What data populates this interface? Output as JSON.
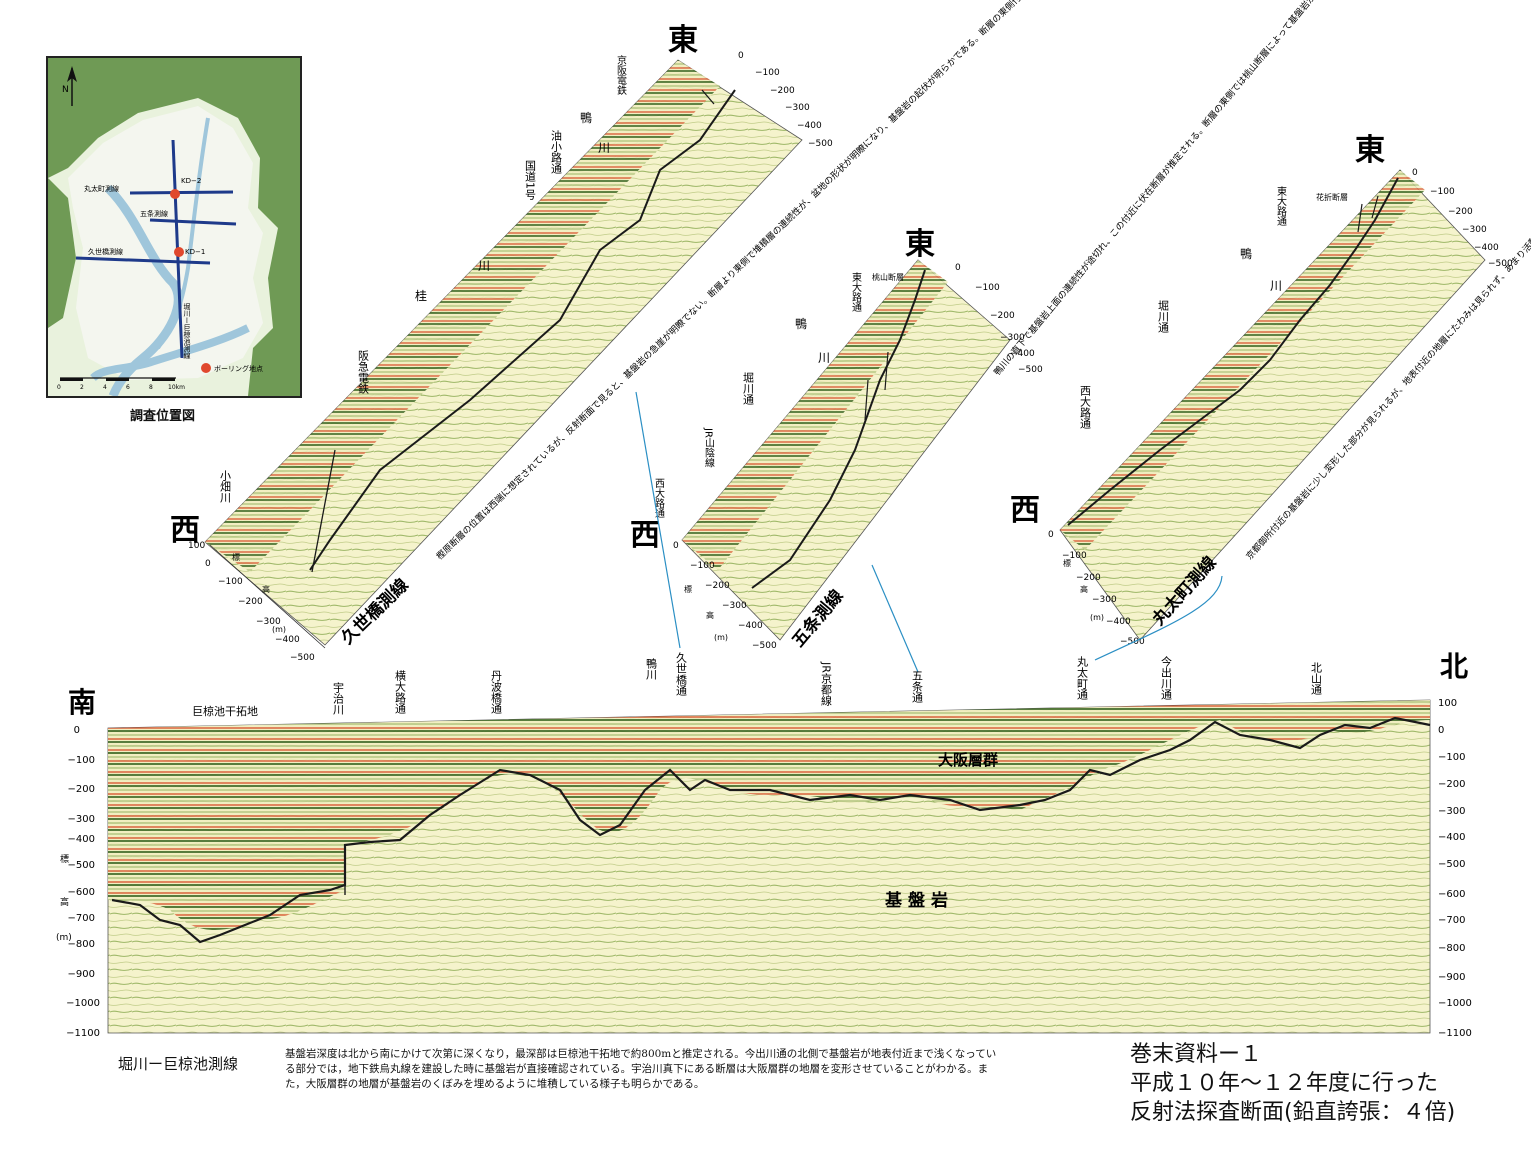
{
  "map": {
    "caption": "調査位置図",
    "north_symbol": "N",
    "lines": [
      {
        "label": "丸太町測線"
      },
      {
        "label": "五条測線"
      },
      {
        "label": "久世橋測線"
      }
    ],
    "boreholes": [
      "KD−2",
      "KD−1"
    ],
    "main_line_label": "堀川ー巨椋池測線",
    "legend_borehole": "ボーリング地点",
    "scale": {
      "ticks": [
        "0",
        "2",
        "4",
        "6",
        "8",
        "10km"
      ]
    }
  },
  "sections": {
    "kuze": {
      "name": "久世橋測線",
      "west": "西",
      "east": "東",
      "landmarks": [
        "小畑川",
        "阪急電鉄",
        "桂",
        "川",
        "国道1号",
        "油小路通",
        "鴨",
        "川",
        "京阪電鉄"
      ],
      "left_ticks": [
        "100",
        "0",
        "−100",
        "−200",
        "−300",
        "−400",
        "−500"
      ],
      "right_ticks": [
        "0",
        "−100",
        "−200",
        "−300",
        "−400",
        "−500"
      ],
      "axis_label": [
        "標",
        "高",
        "(m)"
      ],
      "note": "樫原断層の位置は西端に想定されているが、反射断面で見ると、基盤岩の急崖が明瞭でない。断層より東側で堆積層の連続性が、盆地の形状が明瞭になり、基盤岩の起伏が明らかである。断層の東側付近には桃山断層が認められる。"
    },
    "gojo": {
      "name": "五条測線",
      "west": "西",
      "east": "東",
      "landmarks": [
        "西大路通",
        "JR山陰線",
        "堀川通",
        "鴨",
        "川",
        "東大路通",
        "桃山断層"
      ],
      "left_ticks": [
        "0",
        "−100",
        "−200",
        "−300",
        "−400",
        "−500"
      ],
      "right_ticks": [
        "0",
        "−100",
        "−200",
        "−300",
        "−400",
        "−500"
      ],
      "axis_label": [
        "標",
        "高",
        "(m)"
      ],
      "note": "鴨川の直下で基盤岩上面の連続性が途切れ、この付近に伏在断層が推定される。断層の東側では桃山断層によって基盤岩が押し上げられ、地表付近に岩盤が分布する。堆積層の連続性は鴨川より東で不明瞭である。"
    },
    "marutamachi": {
      "name": "丸太町測線",
      "west": "西",
      "east": "東",
      "landmarks": [
        "西大路通",
        "堀川通",
        "鴨",
        "川",
        "東大路通",
        "花折断層"
      ],
      "left_ticks": [
        "0",
        "−100",
        "−200",
        "−300",
        "−400",
        "−500"
      ],
      "right_ticks": [
        "0",
        "−100",
        "−200",
        "−300",
        "−400",
        "−500"
      ],
      "axis_label": [
        "標",
        "高",
        "(m)"
      ],
      "note": "京都御所付近の基盤岩に少し変形した部分が見られるが、地表付近の地層にたわみは見られず、あまり活動的な構造ではないと考えられる。花折断層の延長にあたる東大路通り東側には基盤岩に複数の段差が見られ、断層がここまで延長している可能性がある。"
    }
  },
  "main_section": {
    "south": "南",
    "north": "北",
    "top_labels": [
      "巨椋池干拓地",
      "宇治川",
      "横大路通",
      "丹波橋通",
      "鴨川",
      "久世橋通",
      "JR京都線",
      "五条通",
      "丸太町通",
      "今出川通",
      "北山通"
    ],
    "osaka_group": "大阪層群",
    "basement": "基盤岩",
    "ticks": [
      "100",
      "0",
      "−100",
      "−200",
      "−300",
      "−400",
      "−500",
      "−600",
      "−700",
      "−800",
      "−900",
      "−1000",
      "−1100"
    ],
    "axis_label": [
      "標",
      "高",
      "(m)"
    ],
    "line_name": "堀川ー巨椋池測線",
    "description": "基盤岩深度は北から南にかけて次第に深くなり，最深部は巨椋池干拓地で約800mと推定される。今出川通の北側で基盤岩が地表付近まで浅くなっている部分では，地下鉄烏丸線を建設した時に基盤岩が直接確認されている。宇治川真下にある断層は大阪層群の地層を変形させていることがわかる。また，大阪層群の地層が基盤岩のくぼみを埋めるように堆積している様子も明らかである。"
  },
  "appendix": {
    "line1": "巻末資料ー１",
    "line2": "平成１０年〜１２年度に行った",
    "line3": "反射法探査断面(鉛直誇張：４倍)"
  },
  "colors": {
    "section_fill": "#f3f1c2",
    "stripe_green": "#5f8a3c",
    "stripe_red": "#d8542e",
    "basement_line": "#1a1a1a",
    "map_land": "#6f9a55",
    "map_basin": "#f4f6ef",
    "map_river": "#9fc6db",
    "map_line": "#1e3a8a",
    "borehole": "#e0482d",
    "label_box": "#cde4f0"
  }
}
